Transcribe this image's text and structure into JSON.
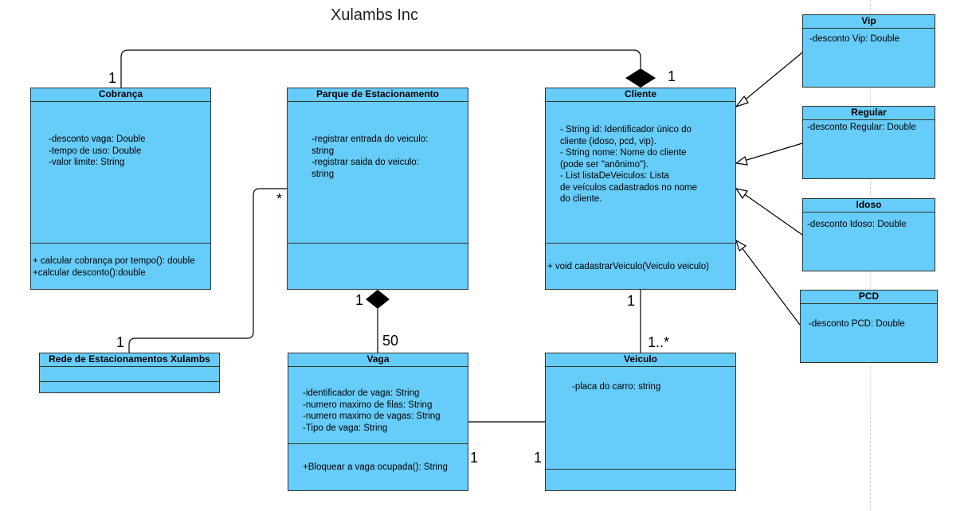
{
  "title": "Xulambs Inc",
  "classes": {
    "cobranca": {
      "name": "Cobrança",
      "attributes": [
        "-desconto vaga: Double",
        "-tempo de uso: Double",
        "-valor limite: String"
      ],
      "methods": [
        "+ calcular cobrança por tempo(): double",
        "+calcular desconto():double"
      ]
    },
    "parque": {
      "name": "Parque de Estacionamento",
      "attributes": [
        "-registrar entrada do veiculo:",
        "string",
        "-registrar saida do veiculo:",
        "string"
      ]
    },
    "cliente": {
      "name": "Cliente",
      "attributes": [
        "- String id: Identificador único do",
        "cliente (idoso, pcd, vip).",
        "",
        "- String nome: Nome do cliente",
        "(pode ser \"anônimo\").",
        "",
        "- List listaDeVeiculos: Lista",
        "de veículos cadastrados no nome",
        "do cliente."
      ],
      "methods": [
        "+ void cadastrarVeiculo(Veiculo veiculo)"
      ]
    },
    "vip": {
      "name": "Vip",
      "attributes": [
        "-desconto Vip: Double"
      ]
    },
    "regular": {
      "name": "Regular",
      "attributes": [
        "-desconto Regular: Double"
      ]
    },
    "idoso": {
      "name": "Idoso",
      "attributes": [
        "-desconto Idoso: Double"
      ]
    },
    "pcd": {
      "name": "PCD",
      "attributes": [
        "-desconto PCD: Double"
      ]
    },
    "rede": {
      "name": "Rede de Estacionamentos Xulambs"
    },
    "vaga": {
      "name": "Vaga",
      "attributes": [
        "-identificador de vaga: String",
        "-numero maximo de filas: String",
        "-numero maximo de vagas: String",
        "-Tipo de vaga: String"
      ],
      "methods": [
        "+Bloquear a vaga ocupada(): String"
      ]
    },
    "veiculo": {
      "name": "Veiculo",
      "attributes": [
        "-placa do carro: string"
      ]
    }
  },
  "multiplicities": {
    "cobranca_cliente_left": "1",
    "cobranca_cliente_right": "1",
    "parque_rede_top": "*",
    "parque_rede_bottom": "1",
    "parque_vaga_top": "1",
    "parque_vaga_bottom": "50",
    "cliente_veiculo_top": "1",
    "cliente_veiculo_bottom": "1..*",
    "vaga_veiculo_left": "1",
    "vaga_veiculo_right": "1"
  }
}
